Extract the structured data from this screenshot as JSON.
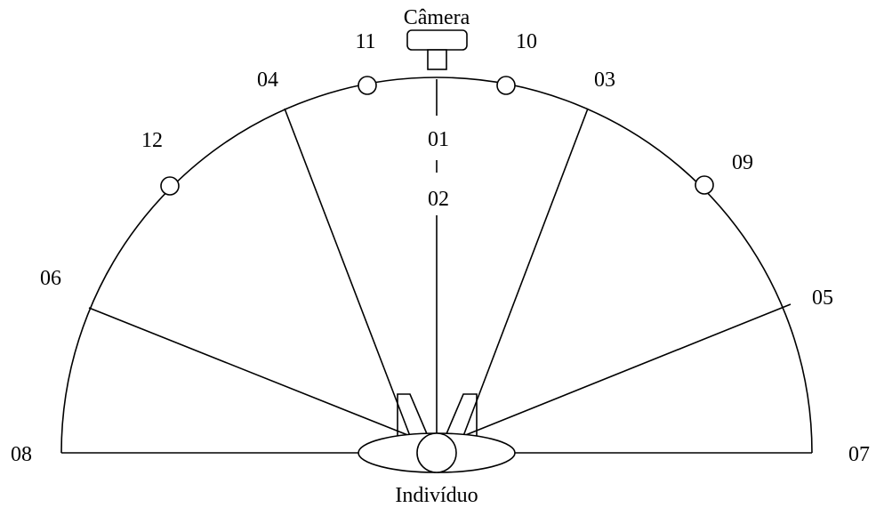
{
  "diagram": {
    "camera_label": "Câmera",
    "subject_label": "Indivíduo",
    "position_labels": {
      "p01": "01",
      "p02": "02",
      "p03": "03",
      "p04": "04",
      "p05": "05",
      "p06": "06",
      "p07": "07",
      "p08": "08",
      "p09": "09",
      "p10": "10",
      "p11": "11",
      "p12": "12"
    }
  }
}
